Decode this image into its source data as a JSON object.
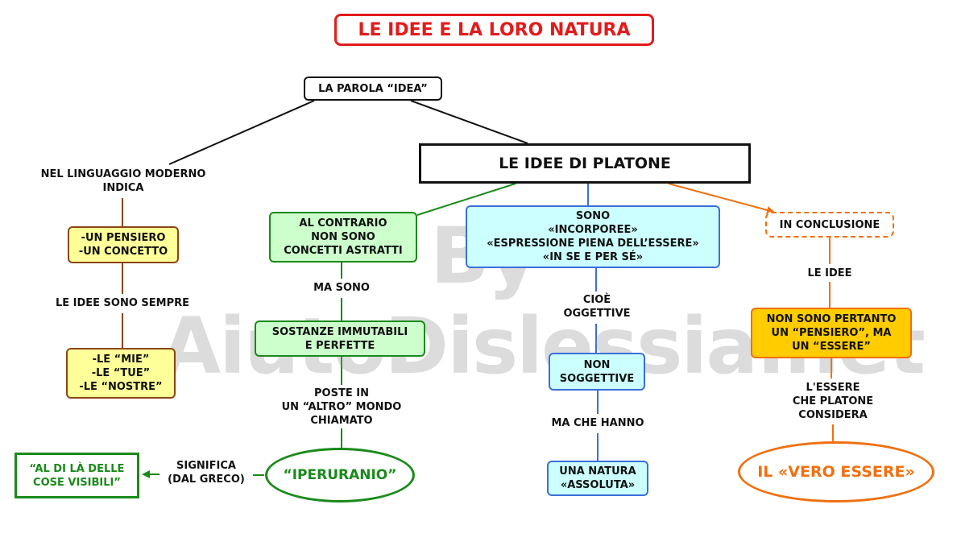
{
  "title": "LE IDEE E LA LORO NATURA",
  "watermark": "By AiutoDislessia.net",
  "colors": {
    "title": "#e31b1b",
    "black": "#111111",
    "left_fill": "#ffff99",
    "left_border": "#8b4513",
    "green_fill": "#ccffcc",
    "green_border": "#1a8a1a",
    "blue_fill": "#ccffff",
    "blue_border": "#3b6fd6",
    "orange_fill": "#ffcc00",
    "orange_border": "#f07010"
  },
  "nodes": {
    "parola_idea": "LA PAROLA “IDEA”",
    "idee_platone": "LE IDEE DI PLATONE",
    "pensiero": "-UN PENSIERO\n-UN CONCETTO",
    "mie": "-LE “MIE”\n-LE “TUE”\n-LE “NOSTRE”",
    "contrario": "AL CONTRARIO\nNON SONO\nCONCETTI ASTRATTI",
    "sostanze": "SOSTANZE IMMUTABILI\nE PERFETTE",
    "iperuranio": "“IPERURANIO”",
    "aldila": "“AL DI LÀ DELLE\nCOSE VISIBILI”",
    "incorporee": "SONO\n«INCORPOREE»\n«ESPRESSIONE PIENA DELL’ESSERE»\n«IN SE E PER SÉ»",
    "non_soggettive": "NON\nSOGGETTIVE",
    "natura": "UNA NATURA\n«ASSOLUTA»",
    "conclusione": "IN CONCLUSIONE",
    "non_sono": "NON SONO PERTANTO\nUN “PENSIERO”, MA\nUN “ESSERE”",
    "vero_essere": "IL «VERO ESSERE»"
  },
  "labels": {
    "linguaggio": "NEL LINGUAGGIO MODERNO\nINDICA",
    "sempre": "LE IDEE SONO SEMPRE",
    "ma_sono": "MA SONO",
    "poste": "POSTE IN\nUN “ALTRO” MONDO\nCHIAMATO",
    "significa": "SIGNIFICA\n(DAL GRECO)",
    "cioe": "CIOÈ\nOGGETTIVE",
    "ma_che": "MA CHE HANNO",
    "le_idee": "LE IDEE",
    "lessere": "L'ESSERE\nCHE PLATONE\nCONSIDERA"
  }
}
